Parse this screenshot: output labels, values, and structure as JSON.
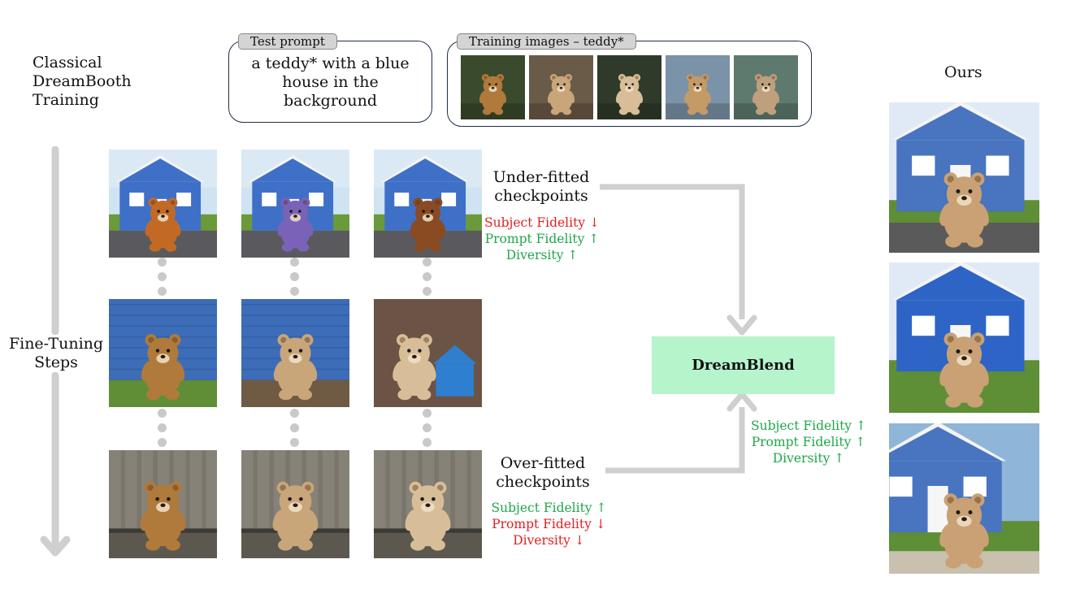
{
  "header": {
    "classical_label": "Classical\nDreamBooth\nTraining",
    "ours_label": "Ours"
  },
  "test_prompt": {
    "tag": "Test prompt",
    "text": "a teddy* with a blue house in the background"
  },
  "training_images": {
    "tag": "Training images – teddy*",
    "count": 5
  },
  "axis": {
    "label": "Fine-Tuning\nSteps"
  },
  "underfit": {
    "label": "Under-fitted\ncheckpoints",
    "metrics": [
      {
        "text": "Subject Fidelity ↓",
        "color": "#e02020"
      },
      {
        "text": "Prompt Fidelity ↑",
        "color": "#1fa64a"
      },
      {
        "text": "Diversity ↑",
        "color": "#1fa64a"
      }
    ]
  },
  "overfit": {
    "label": "Over-fitted\ncheckpoints",
    "metrics": [
      {
        "text": "Subject Fidelity ↑",
        "color": "#1fa64a"
      },
      {
        "text": "Prompt Fidelity ↓",
        "color": "#e02020"
      },
      {
        "text": "Diversity ↓",
        "color": "#e02020"
      }
    ]
  },
  "dreamblend": {
    "label": "DreamBlend",
    "metrics": [
      {
        "text": "Subject Fidelity ↑",
        "color": "#1fa64a"
      },
      {
        "text": "Prompt Fidelity ↑",
        "color": "#1fa64a"
      },
      {
        "text": "Diversity ↑",
        "color": "#1fa64a"
      }
    ]
  },
  "colors": {
    "frame": "#1f2e4a",
    "arrow": "#cfcfcf",
    "blend_fill": "#b6f4cc",
    "red": "#e02020",
    "green": "#1fa64a"
  }
}
